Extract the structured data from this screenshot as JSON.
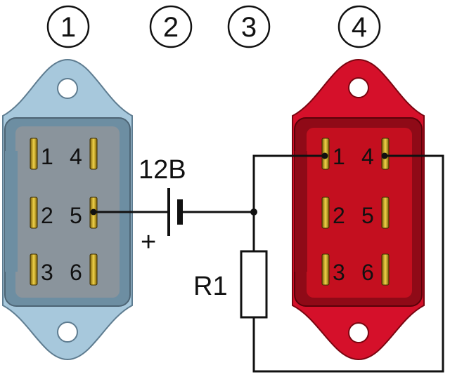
{
  "markers": [
    "1",
    "2",
    "3",
    "4"
  ],
  "left_connector": {
    "color_body": "#a7c8dc",
    "color_inner": "#6d8ea2",
    "color_face": "#8a949c",
    "pins": [
      "1",
      "2",
      "3",
      "4",
      "5",
      "6"
    ]
  },
  "right_connector": {
    "color_body": "#d5102a",
    "color_inner": "#8f0a17",
    "color_face": "#c40f1f",
    "pins": [
      "1",
      "2",
      "3",
      "4",
      "5",
      "6"
    ]
  },
  "pin_color": "#c9a515",
  "battery": {
    "voltage_label": "12В",
    "plus_label": "+"
  },
  "resistor": {
    "label": "R1"
  }
}
